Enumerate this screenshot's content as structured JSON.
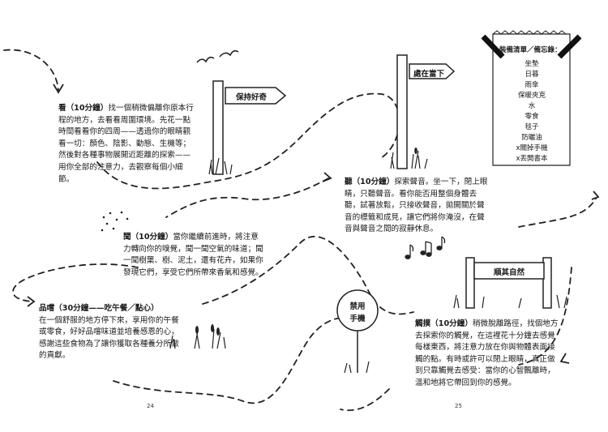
{
  "signs": {
    "curiosity": "保持好奇",
    "present": "處在當下",
    "nature": "順其自然",
    "no_phone_line1": "禁用",
    "no_phone_line2": "手機"
  },
  "activities": {
    "look": {
      "head": "看（10分鐘）",
      "body": "找一個稍微偏離你原本行程的地方，去看看周圍環境。先花一點時間看看你的四周——透過你的眼睛觀看一切：顏色、陰影、動態、生機等；然後對各種事物展開近距離的探索——用你全部的注意力，去觀察每個小細節。"
    },
    "listen": {
      "head": "聽（10分鐘）",
      "body": "探索聲音。坐一下，閉上眼睛，只聽聲音。看你能否用整個身體去聽，試著放鬆，只接收聲音，拋開關於聲音的標籤和成見，讓它們將你淹沒，在聲音與聲音之間的寂靜休息。"
    },
    "smell": {
      "head": "聞（10分鐘）",
      "body": "當你繼續前進時，將注意力轉向你的嗅覺，聞一聞空氣的味道；聞一聞樹葉、樹、泥土，還有花卉，如果你發現它們，享受它們所帶來香氣和感覺。"
    },
    "taste": {
      "head": "品嚐（30分鐘——吃午餐／點心）",
      "body": "在一個舒服的地方停下來，享用你的午餐或零食，好好品嚐味道並培養感恩的心，感謝這些食物為了讓你獲取各種養分所做的貢獻。"
    },
    "touch": {
      "head": "觸摸（10分鐘）",
      "body": "稍微脫離路徑，找個地方去探索你的觸覺，在這裡花十分鐘去感覺每樣東西，將注意力放在你與物體表面接觸的點。有時或許可以閉上眼睛，真正做到只靠觸覺去感受：當你的心智飄離時，溫和地將它帶回到你的感覺。"
    }
  },
  "checklist": {
    "title": "裝備清單／備忘錄：",
    "items": [
      "坐墊",
      "日暮",
      "雨傘",
      "保暖夾克",
      "水",
      "零食",
      "毯子",
      "防曬油",
      "x關掉手機",
      "x丟開書本"
    ]
  },
  "pages": {
    "left": "24",
    "right": "25"
  }
}
